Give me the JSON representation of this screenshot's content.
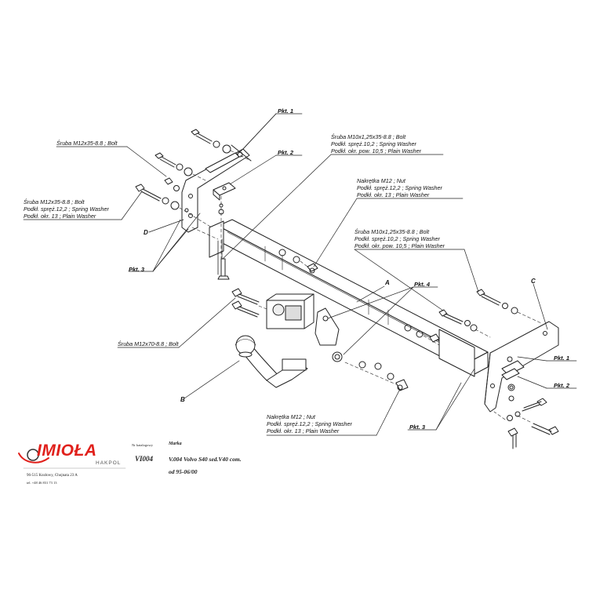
{
  "labels": {
    "bolt_m12x35_top": "Śruba M12x35-8.8 ;  Bolt",
    "left_group": [
      "Śruba M12x35-8.8 ;  Bolt",
      "Podkł. spręż.12,2 ; Spring Washer",
      "Podkł. okr. 13 ; Plain Washer"
    ],
    "bolt_m12x70": "Śruba M12x70-8.8 ;  Bolt",
    "top_group": [
      "Śruba M10x1,25x35-8.8 ;  Bolt",
      "Podkł. spręż.10,2 ; Spring Washer",
      "Podkł. okr. pow. 10,5 ; Plain Washer"
    ],
    "nut_group_top": [
      "Nakrętka  M12 ; Nut",
      "Podkł. spręż.12,2 ; Spring Washer",
      "Podkł. okr. 13 ; Plain Washer"
    ],
    "right_group": [
      "Śruba M10x1,25x35-8.8 ;  Bolt",
      "Podkł. spręż.10,2 ; Spring Washer",
      "Podkł. okr. pow. 10,5 ; Plain Washer"
    ],
    "nut_group_bottom": [
      "Nakrętka  M12 ; Nut",
      "Podkł. spręż.12,2 ; Spring Washer",
      "Podkł. okr. 13 ; Plain Washer"
    ]
  },
  "points": {
    "pkt1_top": "Pkt. 1",
    "pkt2_top": "Pkt. 2",
    "pkt3_left": "Pkt. 3",
    "pkt4": "Pkt. 4",
    "pkt1_right": "Pkt. 1",
    "pkt2_right": "Pkt. 2",
    "pkt3_bottom": "Pkt. 3"
  },
  "letters": {
    "a": "A",
    "b": "B",
    "c": "C",
    "d": "D"
  },
  "title_block": {
    "col1_small": "Nr katalogowy",
    "code": "VI004",
    "marka_label": "Marka",
    "model": "V.004 Volvo S40 sed.V40 com.",
    "date": "od  95-06/00"
  },
  "company": {
    "logo": "IMIOŁA",
    "sub": "HAKPOL",
    "address": "96-515 Kozłowy, Chojnata 23 A",
    "phone": "tel. +48 46 831 73 13"
  },
  "colors": {
    "brand": "#e0201b",
    "line": "#222222"
  }
}
